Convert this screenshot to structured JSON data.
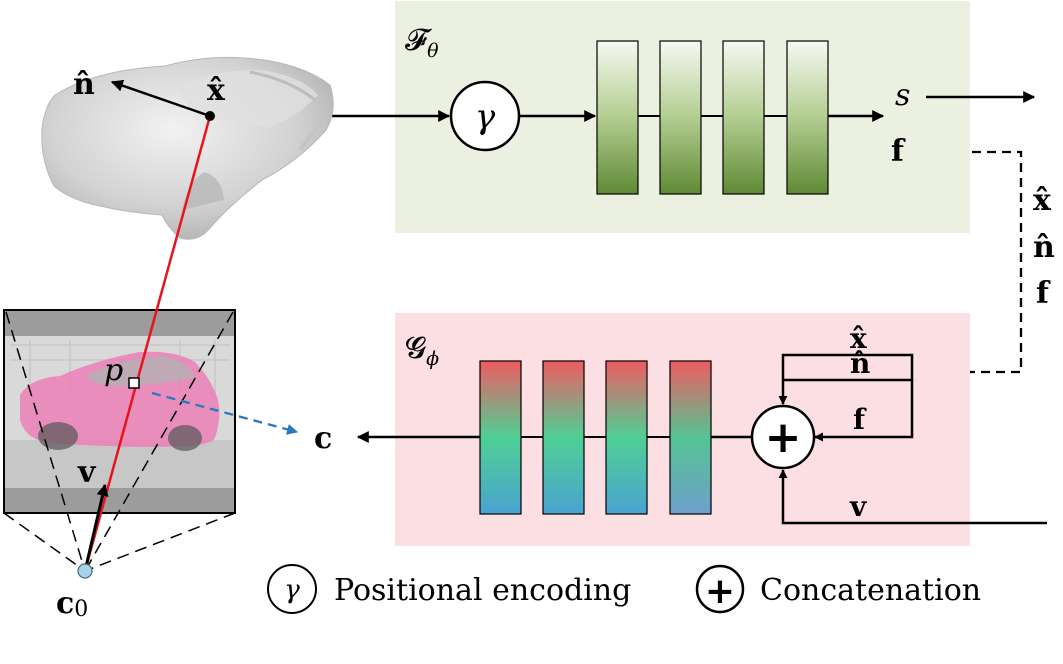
{
  "networks": {
    "geometry": {
      "name": "𝓕",
      "subscript": "θ"
    },
    "appearance": {
      "name": "𝓖",
      "subscript": "ϕ"
    }
  },
  "symbols": {
    "normal": "n̂",
    "surface_point": "x̂",
    "pixel": "p",
    "view_dir": "v",
    "camera_center": "c",
    "camera_sub": "0",
    "sdf_out": "s",
    "feature": "f",
    "color_out": "c",
    "gamma": "γ",
    "plus": "+"
  },
  "side_inputs": [
    "x̂",
    "n̂",
    "f"
  ],
  "concat_inputs": [
    "x̂",
    "n̂",
    "f"
  ],
  "view_input": "v",
  "legend": {
    "positional_encoding": "Positional encoding",
    "concatenation": "Concatenation"
  },
  "colors": {
    "geometry_bg": "#ebf0e1",
    "appearance_bg": "#fbdfe2",
    "ray": "#e8141c",
    "projection_arrow": "#2a78c0",
    "camera_dot": "#a9d3e8"
  }
}
